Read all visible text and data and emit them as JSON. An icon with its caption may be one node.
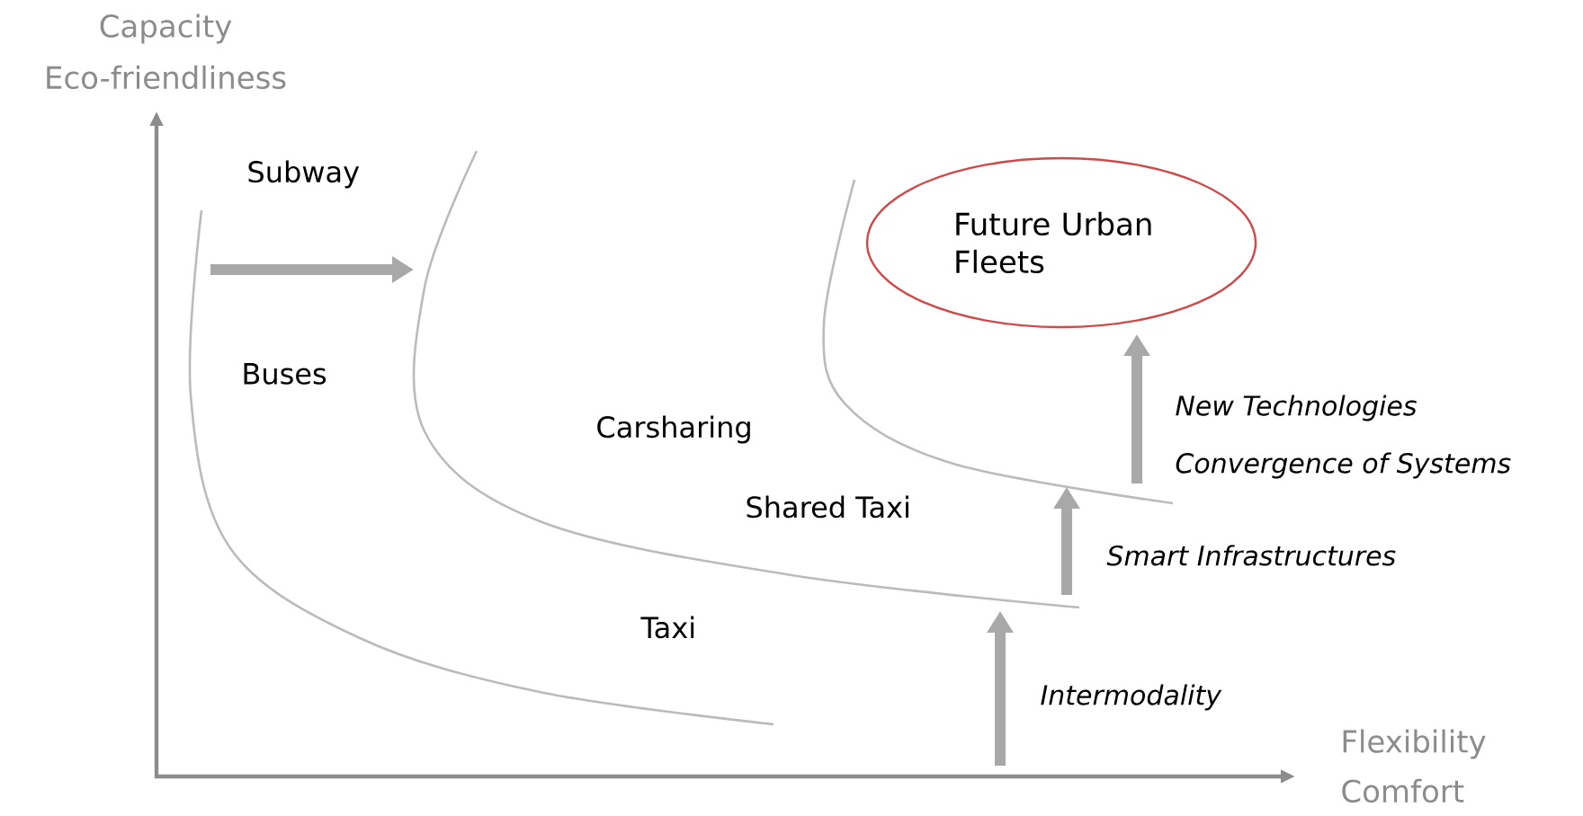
{
  "diagram": {
    "nodes": [
      {
        "text": [
          "Future Urban Fleets"
        ]
      }
    ],
    "labels": [
      "Capacity",
      "Eco-friendliness",
      "Subway",
      "Buses",
      "Carsharing",
      "New Technologies",
      "Convergence of Systems",
      "Shared Taxi",
      "Smart Infrastructures",
      "Taxi",
      "Intermodality",
      "Flexibility",
      "Comfort"
    ]
  }
}
